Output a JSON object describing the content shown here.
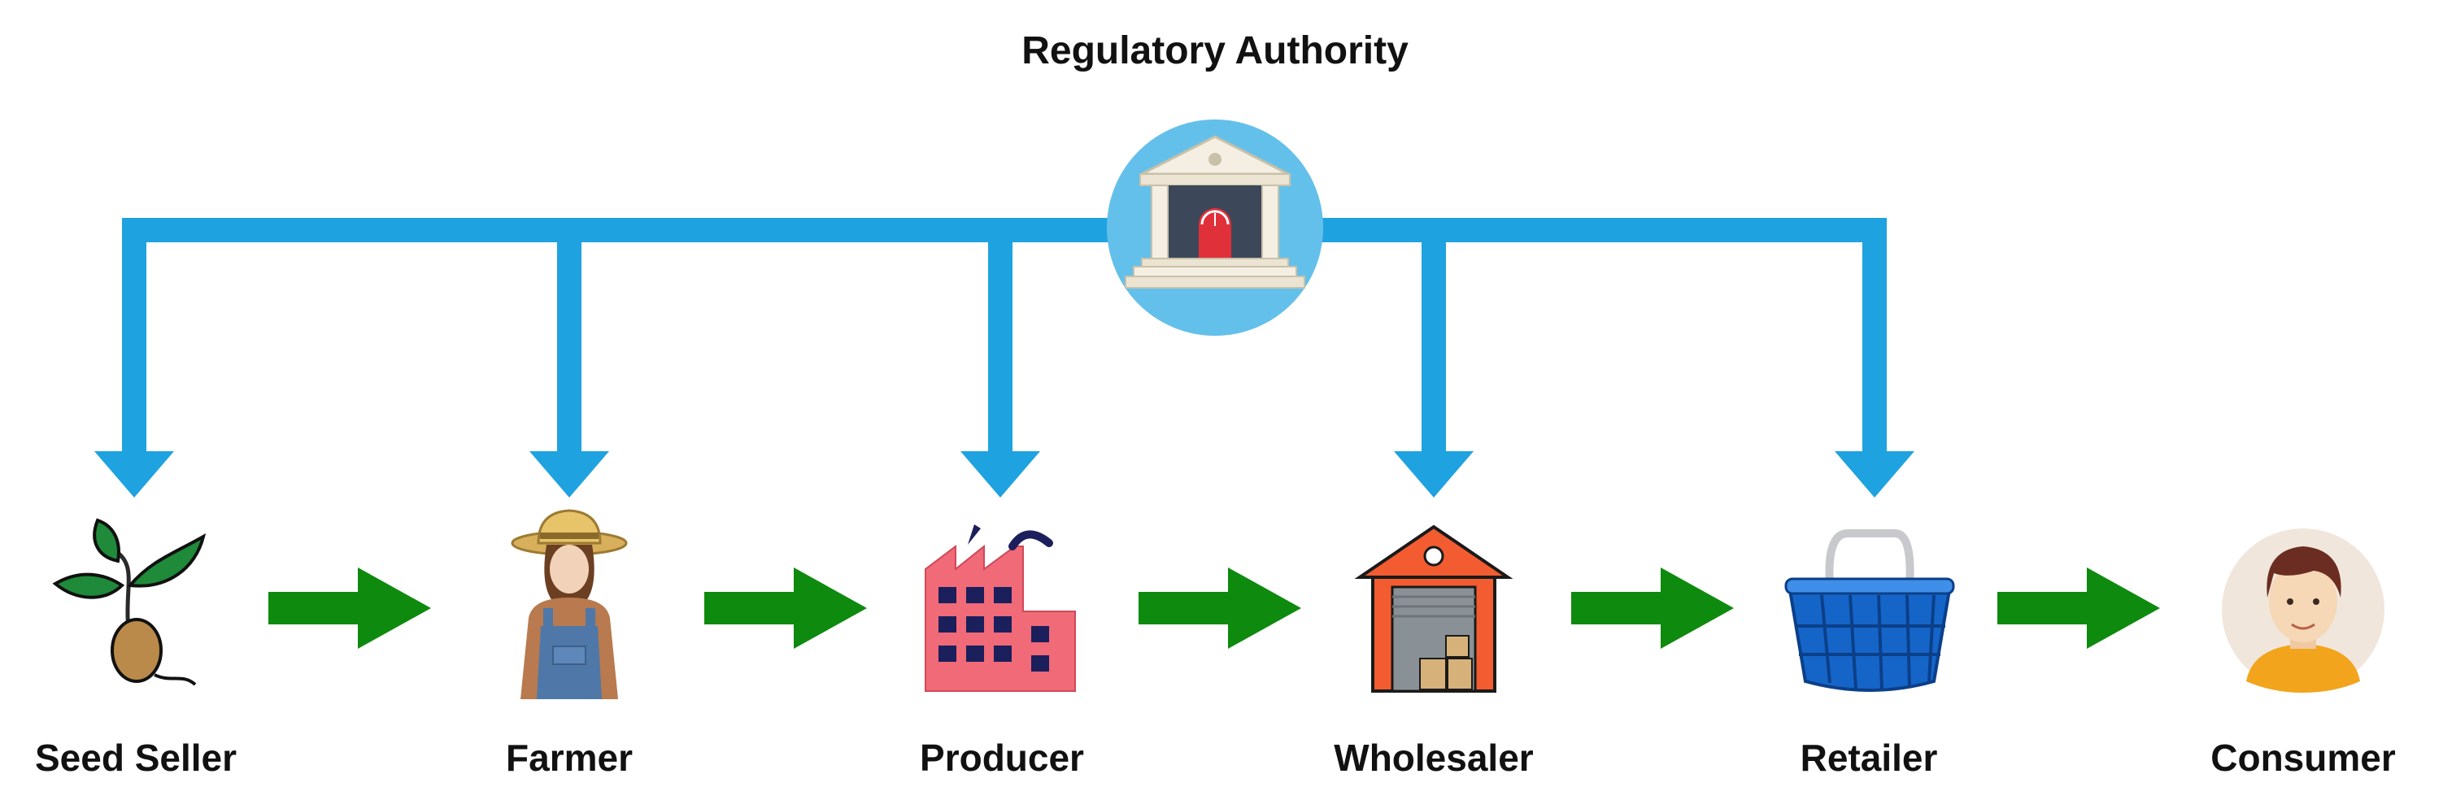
{
  "title": "Regulatory Authority",
  "actors": [
    {
      "label": "Seed Seller",
      "icon": "seedling-icon"
    },
    {
      "label": "Farmer",
      "icon": "farmer-icon"
    },
    {
      "label": "Producer",
      "icon": "factory-icon"
    },
    {
      "label": "Wholesaler",
      "icon": "warehouse-icon"
    },
    {
      "label": "Retailer",
      "icon": "shopping-basket-icon"
    },
    {
      "label": "Consumer",
      "icon": "consumer-avatar-icon"
    }
  ],
  "authority_icon": "government-building-icon",
  "colors": {
    "regulation_arrows": "#1fa2e0",
    "flow_arrows": "#0e8a0e",
    "authority_circle": "#63c0ea",
    "text": "#111111"
  }
}
